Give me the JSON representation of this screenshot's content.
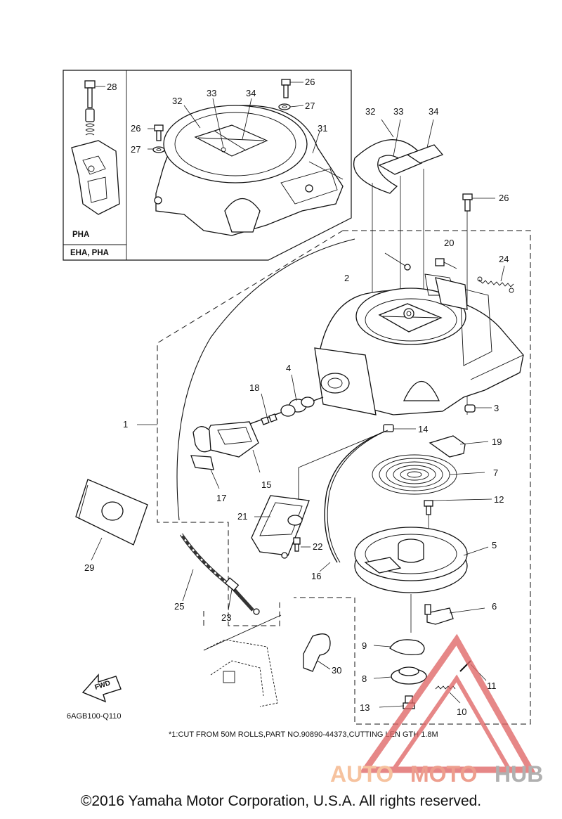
{
  "diagram": {
    "part_numbers": [
      "1",
      "2",
      "3",
      "4",
      "5",
      "6",
      "7",
      "8",
      "9",
      "10",
      "11",
      "12",
      "13",
      "14",
      "15",
      "16",
      "17",
      "18",
      "19",
      "20",
      "21",
      "22",
      "23",
      "24",
      "25",
      "26",
      "27",
      "28",
      "29",
      "30",
      "31",
      "32",
      "33",
      "34"
    ],
    "inset_labels": {
      "pha": "PHA",
      "eha_pha": "EHA, PHA"
    },
    "fwd_label": "FWD",
    "drawing_code": "6AGB100-Q110",
    "footnote": "*1:CUT FROM 50M ROLLS,PART NO.90890-44373,CUTTING LEN GTH 1.8M"
  },
  "watermark": {
    "part1": "AUTO",
    "part2": "MOTO",
    "part3": "HUB",
    "colors": {
      "auto": "#f4b183",
      "moto": "#e8836f",
      "hub": "#9a9a9a",
      "triangle": "#e06666"
    }
  },
  "footer": {
    "copyright": "©2016 Yamaha Motor Corporation, U.S.A. All rights reserved."
  }
}
